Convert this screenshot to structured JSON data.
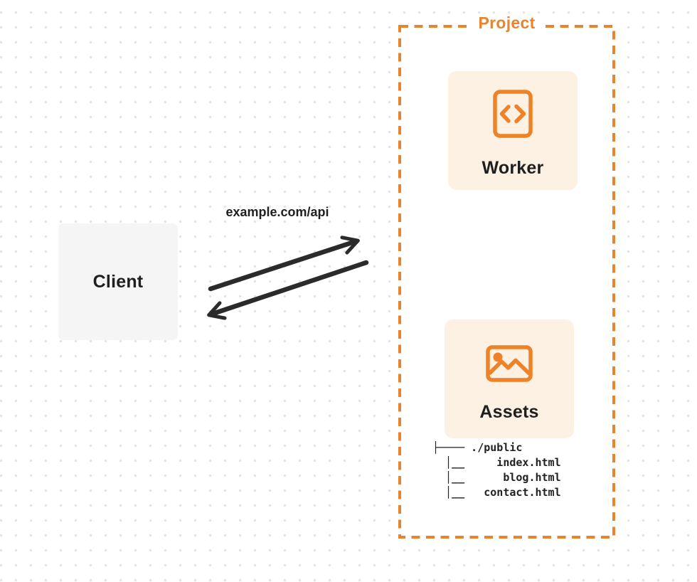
{
  "diagram": {
    "client": {
      "label": "Client"
    },
    "request": {
      "label": "example.com/api"
    },
    "arrows": [
      {
        "name": "request-arrow",
        "direction": "client-to-project"
      },
      {
        "name": "response-arrow",
        "direction": "project-to-client"
      }
    ],
    "project": {
      "label": "Project",
      "nodes": [
        {
          "id": "worker",
          "label": "Worker",
          "icon": "code-document-icon"
        },
        {
          "id": "assets",
          "label": "Assets",
          "icon": "image-icon"
        }
      ],
      "file_tree": {
        "root": "./public",
        "files": [
          "index.html",
          "blog.html",
          "contact.html"
        ],
        "ascii": "├──── ./public\n  │__     index.html\n  │__      blog.html\n  │__   contact.html"
      }
    },
    "colors": {
      "accent_orange": "#e8832e",
      "card_background": "#fcf1e2",
      "client_background": "#f5f5f6",
      "arrow_dark": "#2b2b2b",
      "text_dark": "#1f1f1f",
      "background_dot": "#e3e3e3"
    }
  }
}
